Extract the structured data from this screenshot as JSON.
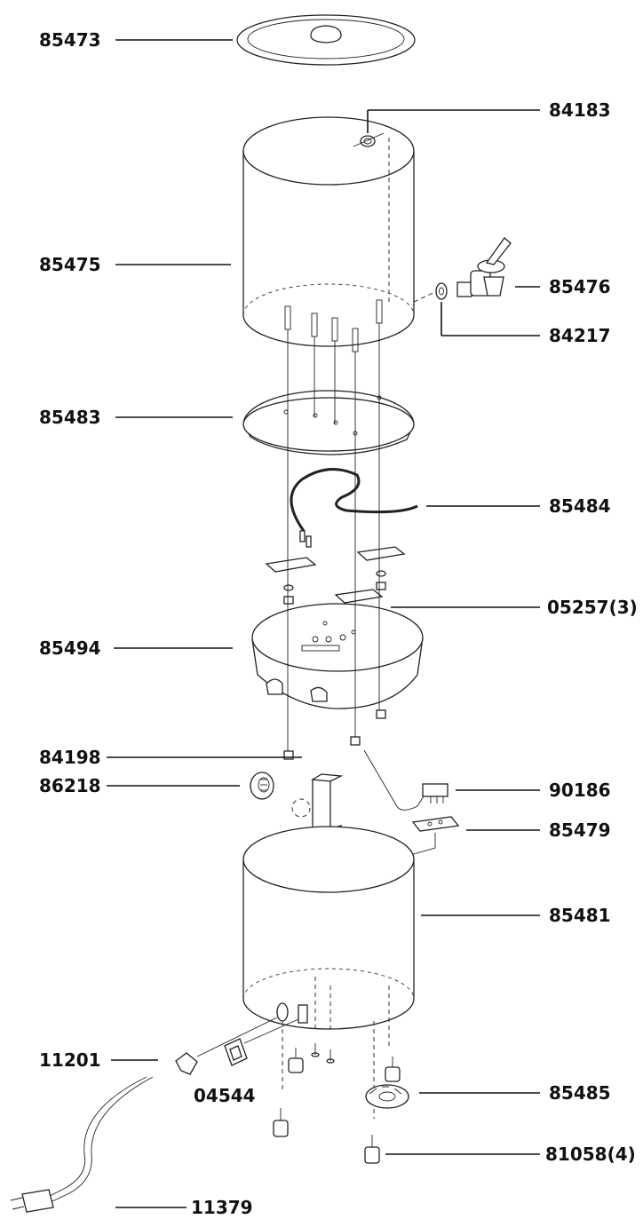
{
  "labels": {
    "lid": "85473",
    "top_fitting": "84183",
    "tank": "85475",
    "faucet": "85476",
    "faucet_gasket": "84217",
    "heat_plate": "85483",
    "heating_element": "85484",
    "brackets": "05257(3)",
    "base_plate": "85494",
    "switch_bracket": "84198",
    "thermostat_knob": "86218",
    "thermostat": "90186",
    "thermostat_bracket": "85479",
    "housing": "85481",
    "strain_relief": "11201",
    "rocker_switch": "04544",
    "dial_label": "85485",
    "feet": "81058(4)",
    "power_cord": "11379"
  },
  "colors": {
    "line": "#111111",
    "background": "#ffffff"
  }
}
